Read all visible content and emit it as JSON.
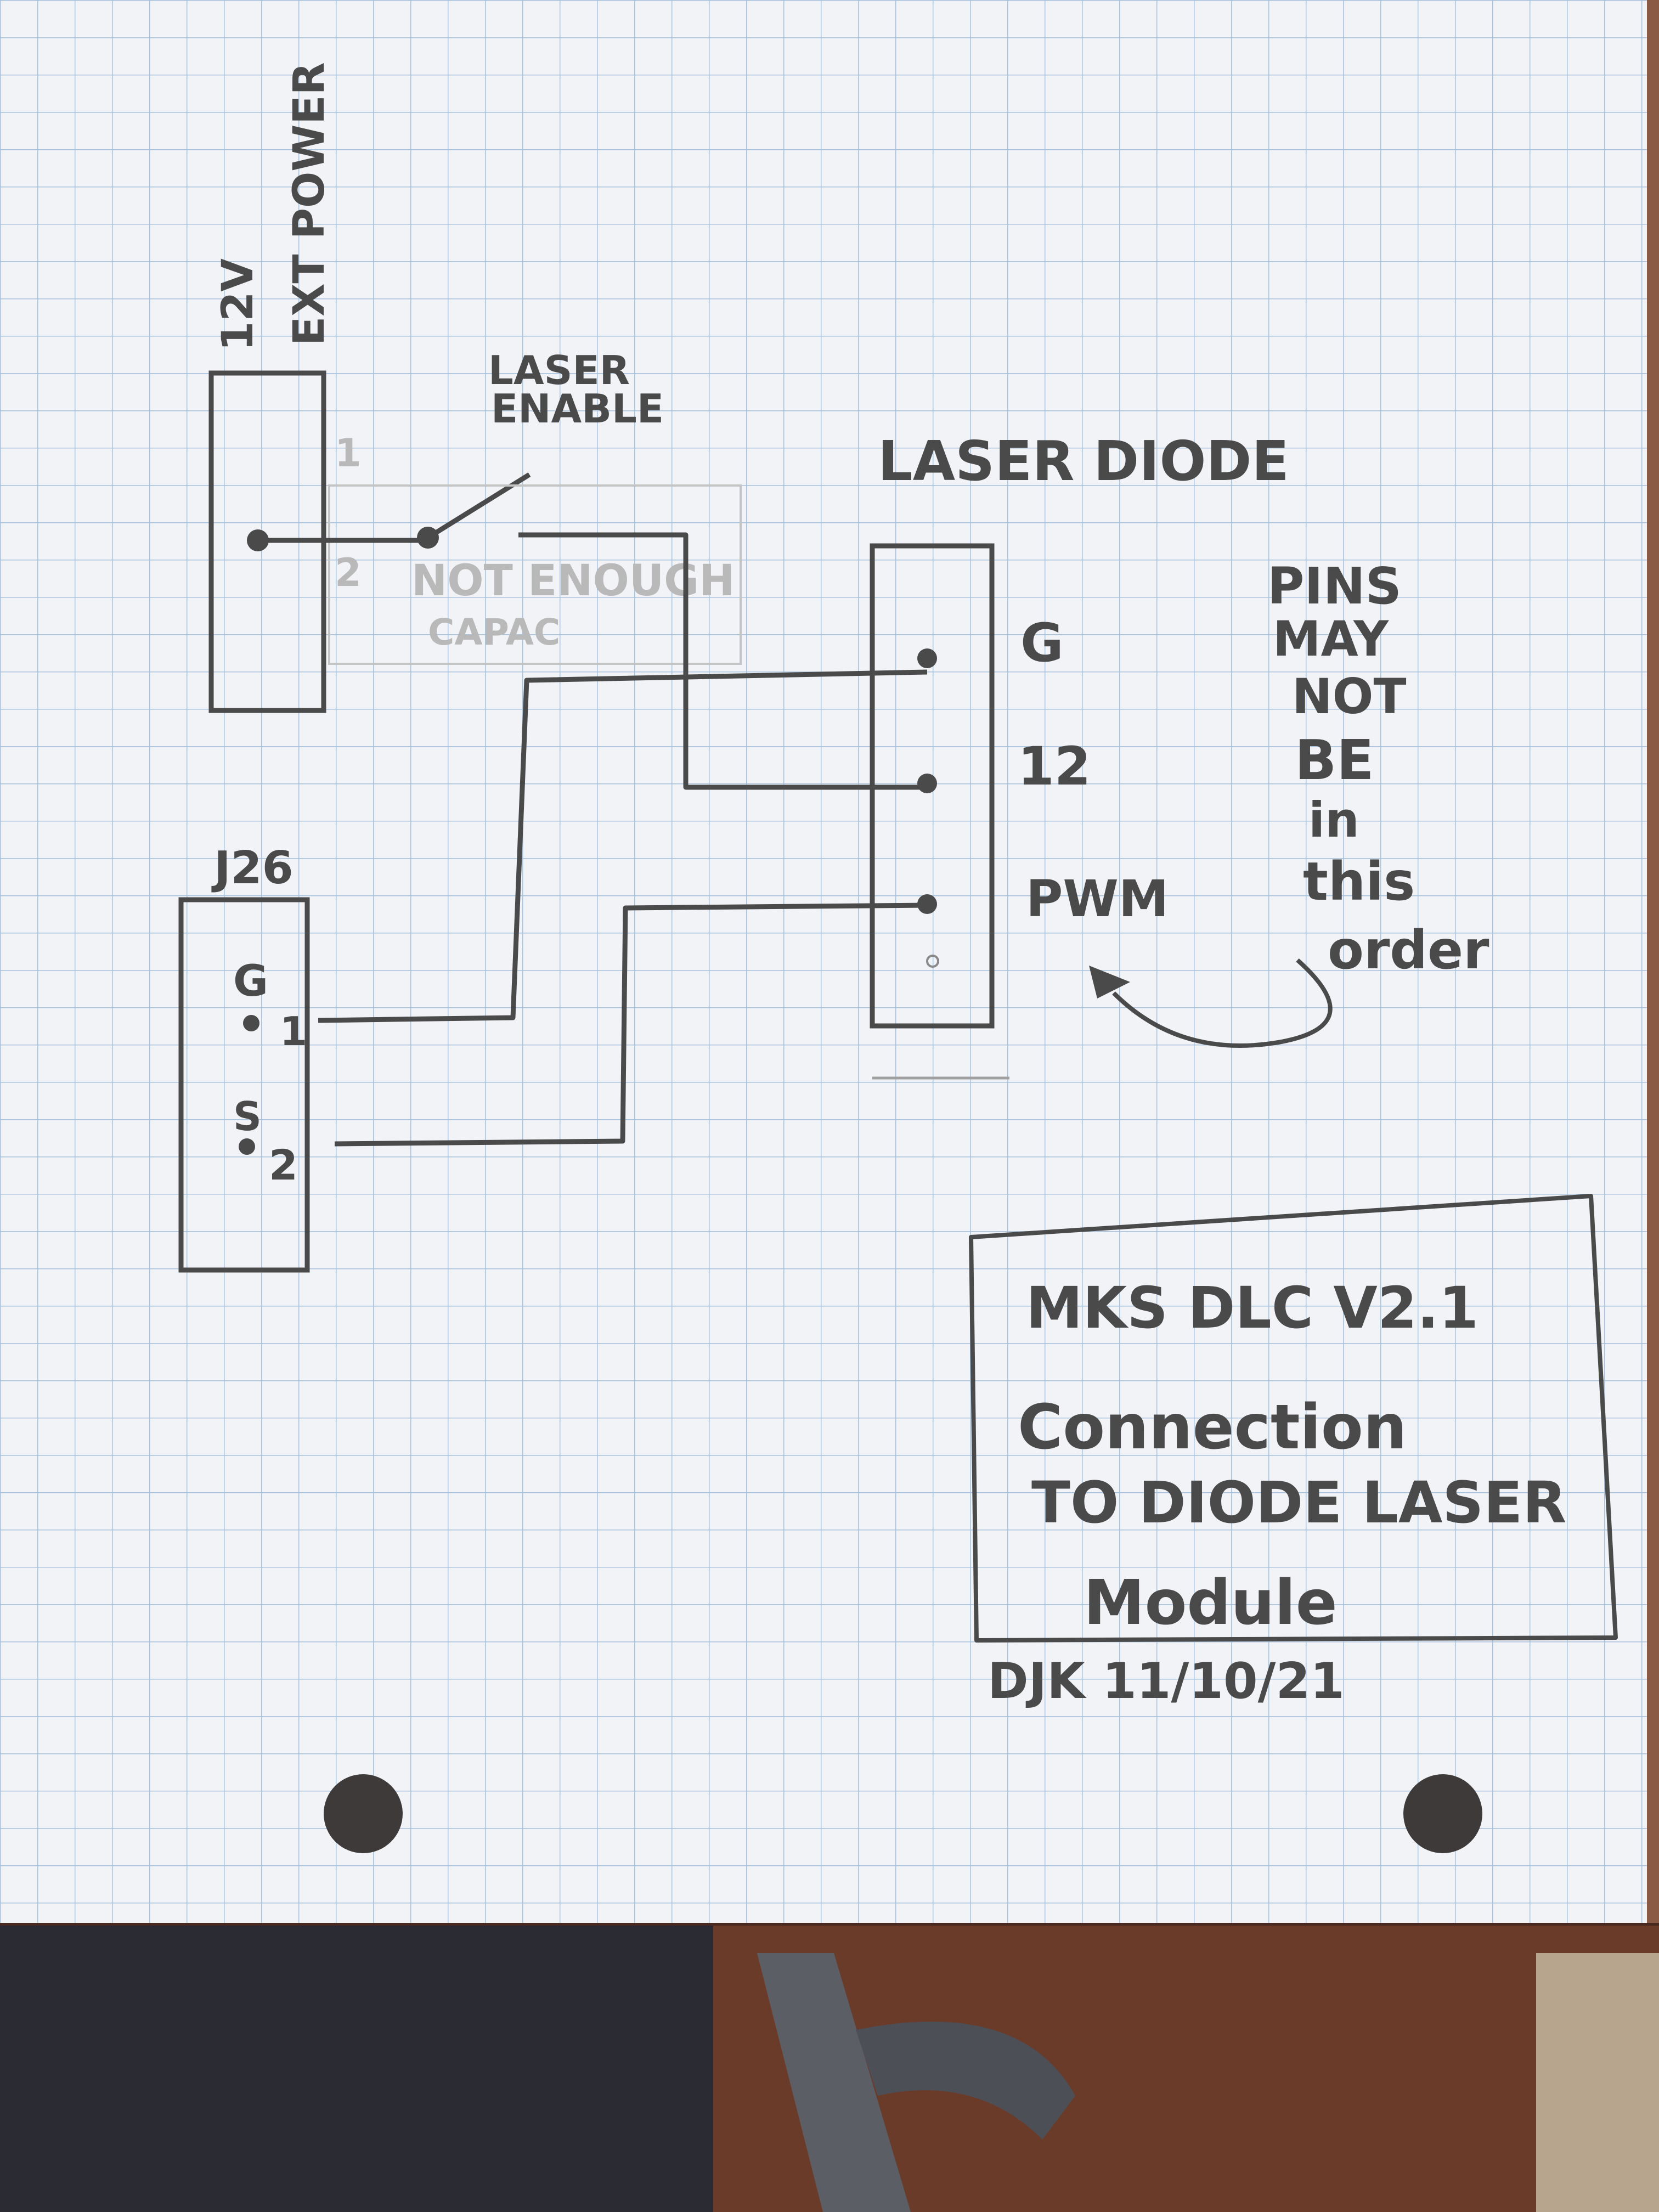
{
  "colors": {
    "paper": "#f1f3f6",
    "grid_line": "#a9c2dc",
    "pencil": "#4a4a4a",
    "faint_pencil": "#b5b5b5",
    "wood_desk": "#6b3b2a",
    "background_dark": "#2a2b33"
  },
  "power_connector": {
    "label_line1": "12V",
    "label_line2": "EXT POWER",
    "pin1_label": "1",
    "pin2_label": "2"
  },
  "switch": {
    "label_line1": "LASER",
    "label_line2": "ENABLE"
  },
  "crossed_out_note": {
    "line1": "NOT ENOUGH",
    "line2": "CAPAC"
  },
  "laser_diode": {
    "title": "LASER DIODE",
    "pin_g": "G",
    "pin_12": "12",
    "pin_pwm": "PWM"
  },
  "side_note": {
    "lines": [
      "PINS",
      "MAY",
      "NOT",
      "BE",
      "in",
      "this",
      "order"
    ]
  },
  "j26": {
    "label": "J26",
    "pin_g": "G",
    "pin_1": "1",
    "pin_s": "S",
    "pin_2": "2"
  },
  "title_block": {
    "line1": "MKS DLC V2.1",
    "line2": "Connection",
    "line3": "TO DIODE LASER",
    "line4": "Module",
    "signature": "DJK 11/10/21"
  }
}
